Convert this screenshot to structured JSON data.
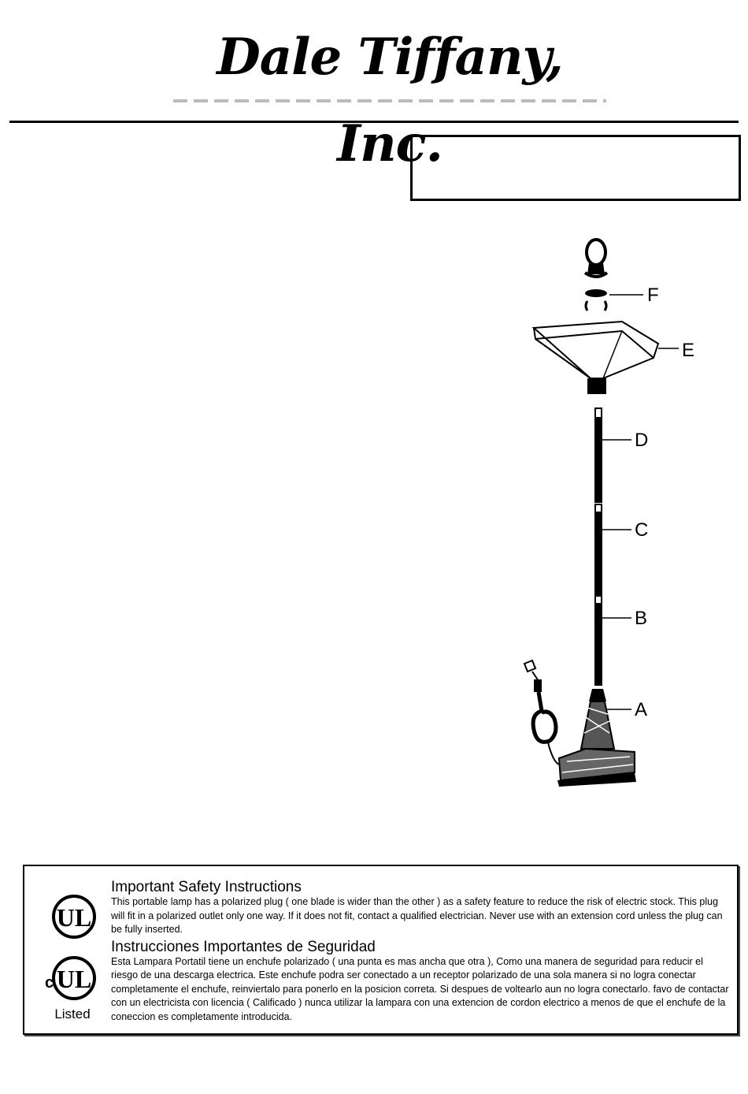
{
  "header": {
    "logo_text": "Dale Tiffany, Inc."
  },
  "model_box": {
    "text": ""
  },
  "diagram": {
    "labels": [
      "F",
      "E",
      "D",
      "C",
      "B",
      "A"
    ]
  },
  "safety": {
    "ul_listed_label": "Listed",
    "english_heading": "Important Safety Instructions",
    "english_text": "This portable lamp has a polarized plug ( one blade is wider than the other ) as a safety feature to reduce the risk of electric stock. This plug will fit in a polarized outlet only one way. If it does not fit, contact a qualified electrician. Never use with an extension cord unless the plug can be fully inserted.",
    "spanish_heading": "Instrucciones Importantes de Seguridad",
    "spanish_text": "Esta Lampara Portatil tiene un enchufe polarizado ( una punta es mas ancha que otra ), Como una manera de seguridad para reducir el riesgo de una descarga electrica. Este enchufe podra ser conectado a un receptor polarizado de una sola manera si no logra conectar completamente el enchufe, reinviertalo para ponerlo en la posicion correta. Si despues de voltearlo aun no logra conectarlo. favo de contactar con un electricista con licencia ( Calificado ) nunca utilizar la lampara con una extencion de cordon electrico a menos de que el enchufe de la coneccion es completamente introducida."
  }
}
